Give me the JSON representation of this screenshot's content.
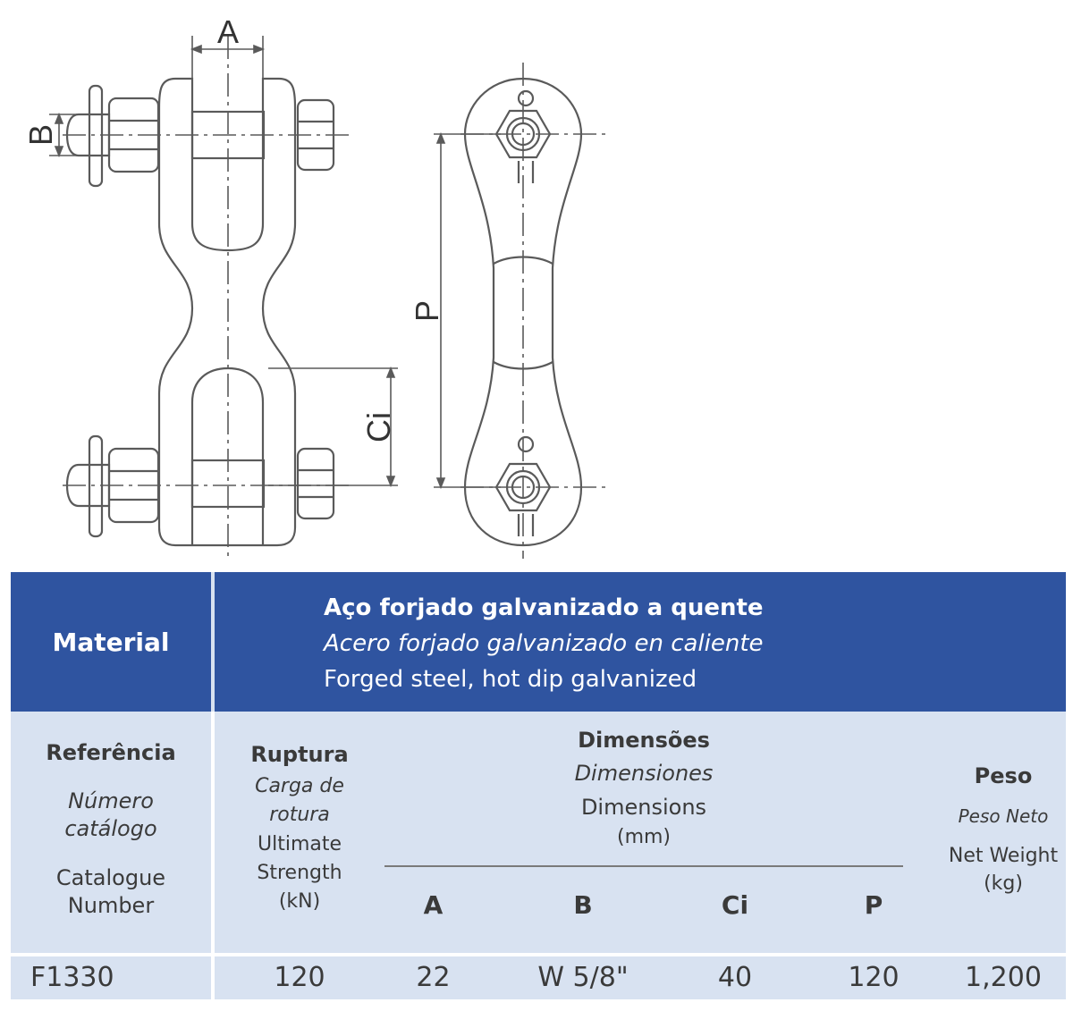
{
  "drawing": {
    "labels": {
      "A": "A",
      "B": "B",
      "Ci": "Ci",
      "P": "P"
    }
  },
  "table": {
    "material": {
      "label": "Material",
      "pt": "Aço forjado galvanizado a quente",
      "es": "Acero forjado galvanizado en caliente",
      "en": "Forged steel, hot dip galvanized"
    },
    "headers": {
      "reference": {
        "pt": "Referência",
        "es_1": "Número",
        "es_2": "catálogo",
        "en_1": "Catalogue",
        "en_2": "Number"
      },
      "rupture": {
        "pt": "Ruptura",
        "es_1": "Carga de",
        "es_2": "rotura",
        "en_1": "Ultimate",
        "en_2": "Strength",
        "unit": "(kN)"
      },
      "dimensions": {
        "pt": "Dimensões",
        "es": "Dimensiones",
        "en": "Dimensions",
        "unit": "(mm)",
        "cols": [
          "A",
          "B",
          "Ci",
          "P"
        ]
      },
      "weight": {
        "pt": "Peso",
        "es": "Peso Neto",
        "en": "Net Weight",
        "unit": "(kg)"
      }
    },
    "rows": [
      {
        "ref": "F1330",
        "rupture": "120",
        "A": "22",
        "B": "W 5/8\"",
        "Ci": "40",
        "P": "120",
        "weight": "1,200"
      }
    ]
  },
  "colors": {
    "header_blue": "#2f54a0",
    "light_blue": "#d8e2f1",
    "text": "#3a3a3a",
    "line": "#555555"
  }
}
